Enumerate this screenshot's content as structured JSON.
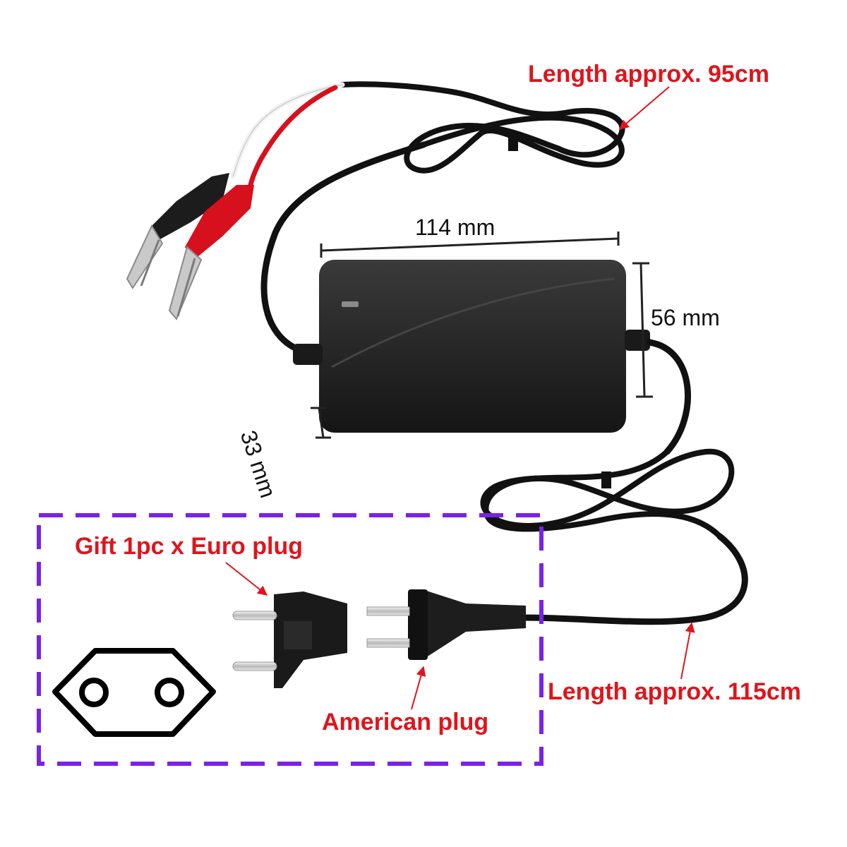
{
  "labels": {
    "cable_dc_length": "Length approx. 95cm",
    "cable_ac_length": "Length approx. 115cm",
    "width": "114 mm",
    "height": "56 mm",
    "depth": "33 mm",
    "gift": "Gift 1pc x Euro plug",
    "american_plug": "American plug"
  },
  "colors": {
    "annotation_red": "#e0141b",
    "dashed_box": "#7b22e6",
    "charger_body": "#222222",
    "clip_red": "#d6101c",
    "clip_black": "#1c1c1c"
  }
}
